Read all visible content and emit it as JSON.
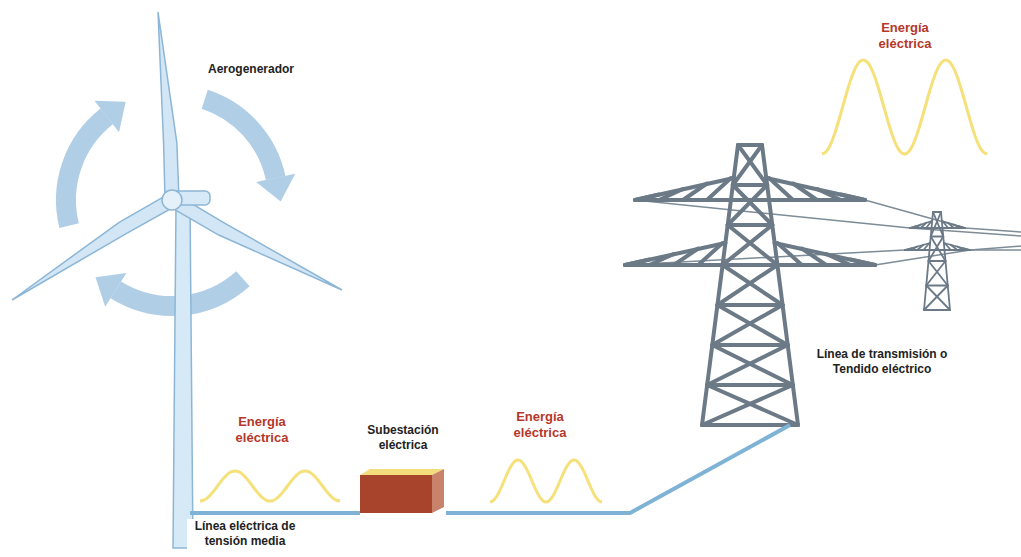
{
  "diagram": {
    "nodes": [
      {
        "text": [
          "Aerogenerador"
        ]
      },
      {
        "text": [
          "Subestación eléctrica"
        ]
      },
      {
        "text": [
          "Línea de transmisión o Tendido eléctrico"
        ]
      }
    ],
    "edges": [
      {
        "from": 0,
        "to": 1,
        "arrow": "none",
        "label": "Línea eléctrica de tensión media"
      },
      {
        "from": 1,
        "to": 2,
        "arrow": "none"
      }
    ],
    "labels": [
      "Energía eléctrica",
      "Energía eléctrica",
      "Energía eléctrica"
    ]
  }
}
